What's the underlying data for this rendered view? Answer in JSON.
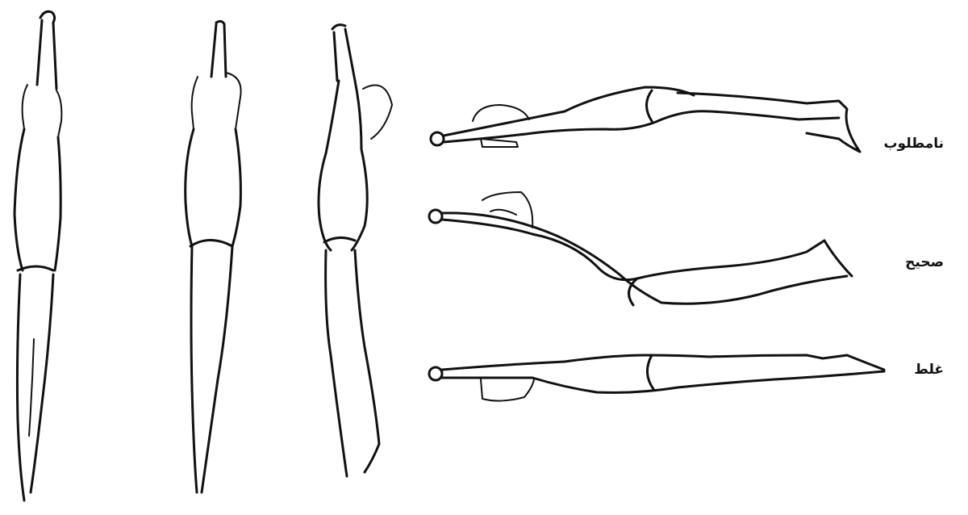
{
  "labels": {
    "position_1": "نامطلوب",
    "position_2": "صحیح",
    "position_3": "غلط"
  }
}
